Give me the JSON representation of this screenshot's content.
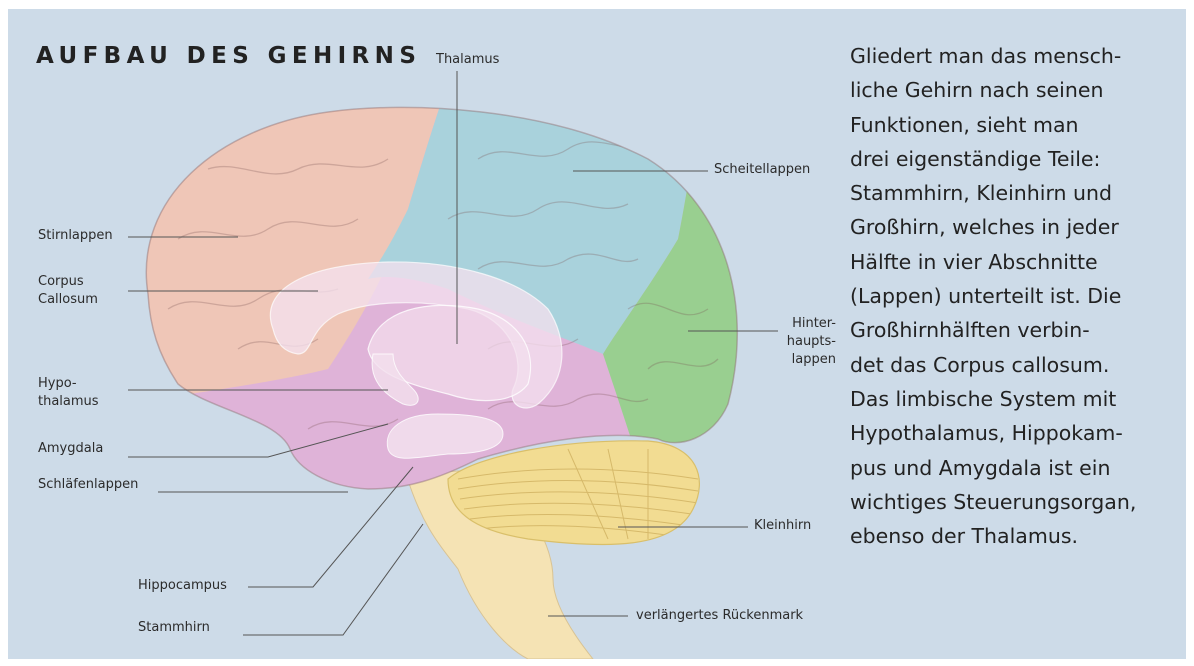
{
  "title": "AUFBAU DES GEHIRNS",
  "labels": {
    "thalamus": "Thalamus",
    "scheitellappen": "Scheitellappen",
    "stirnlappen": "Stirnlappen",
    "corpus_callosum": [
      "Corpus",
      "Callosum"
    ],
    "hinterhauptslappen": [
      "Hinter-",
      "haupts-",
      "lappen"
    ],
    "hypothalamus": [
      "Hypo-",
      "thalamus"
    ],
    "amygdala": "Amygdala",
    "schlaefenlappen": "Schläfenlappen",
    "kleinhirn": "Kleinhirn",
    "hippocampus": "Hippocampus",
    "stammhirn": "Stammhirn",
    "rueckenmark": "verlängertes Rückenmark"
  },
  "description_lines": [
    "Gliedert man das mensch-",
    "liche Gehirn nach seinen",
    "Funktionen, sieht man",
    "drei eigenständige Teile:",
    "Stammhirn, Kleinhirn und",
    "Großhirn, welches in jeder",
    "Hälfte in vier Abschnitte",
    "(Lappen) unterteilt ist. Die",
    "Großhirnhälften verbin-",
    "det das Corpus callosum.",
    "Das limbische System mit",
    "Hypothalamus, Hippokam-",
    "pus und Amygdala ist ein",
    "wichtiges Steuerungsorgan,",
    "ebenso der Thalamus."
  ],
  "colors": {
    "panel_background": "#cddbe8",
    "frontal_lobe": "#efc6b7",
    "parietal_lobe": "#a9d2dc",
    "occipital_lobe": "#99cf90",
    "temporal_lobe": "#dfb3d8",
    "cerebellum": "#f2dc92",
    "brainstem": "#f5e3b4",
    "limbic_structures": "#f3e0ee"
  }
}
